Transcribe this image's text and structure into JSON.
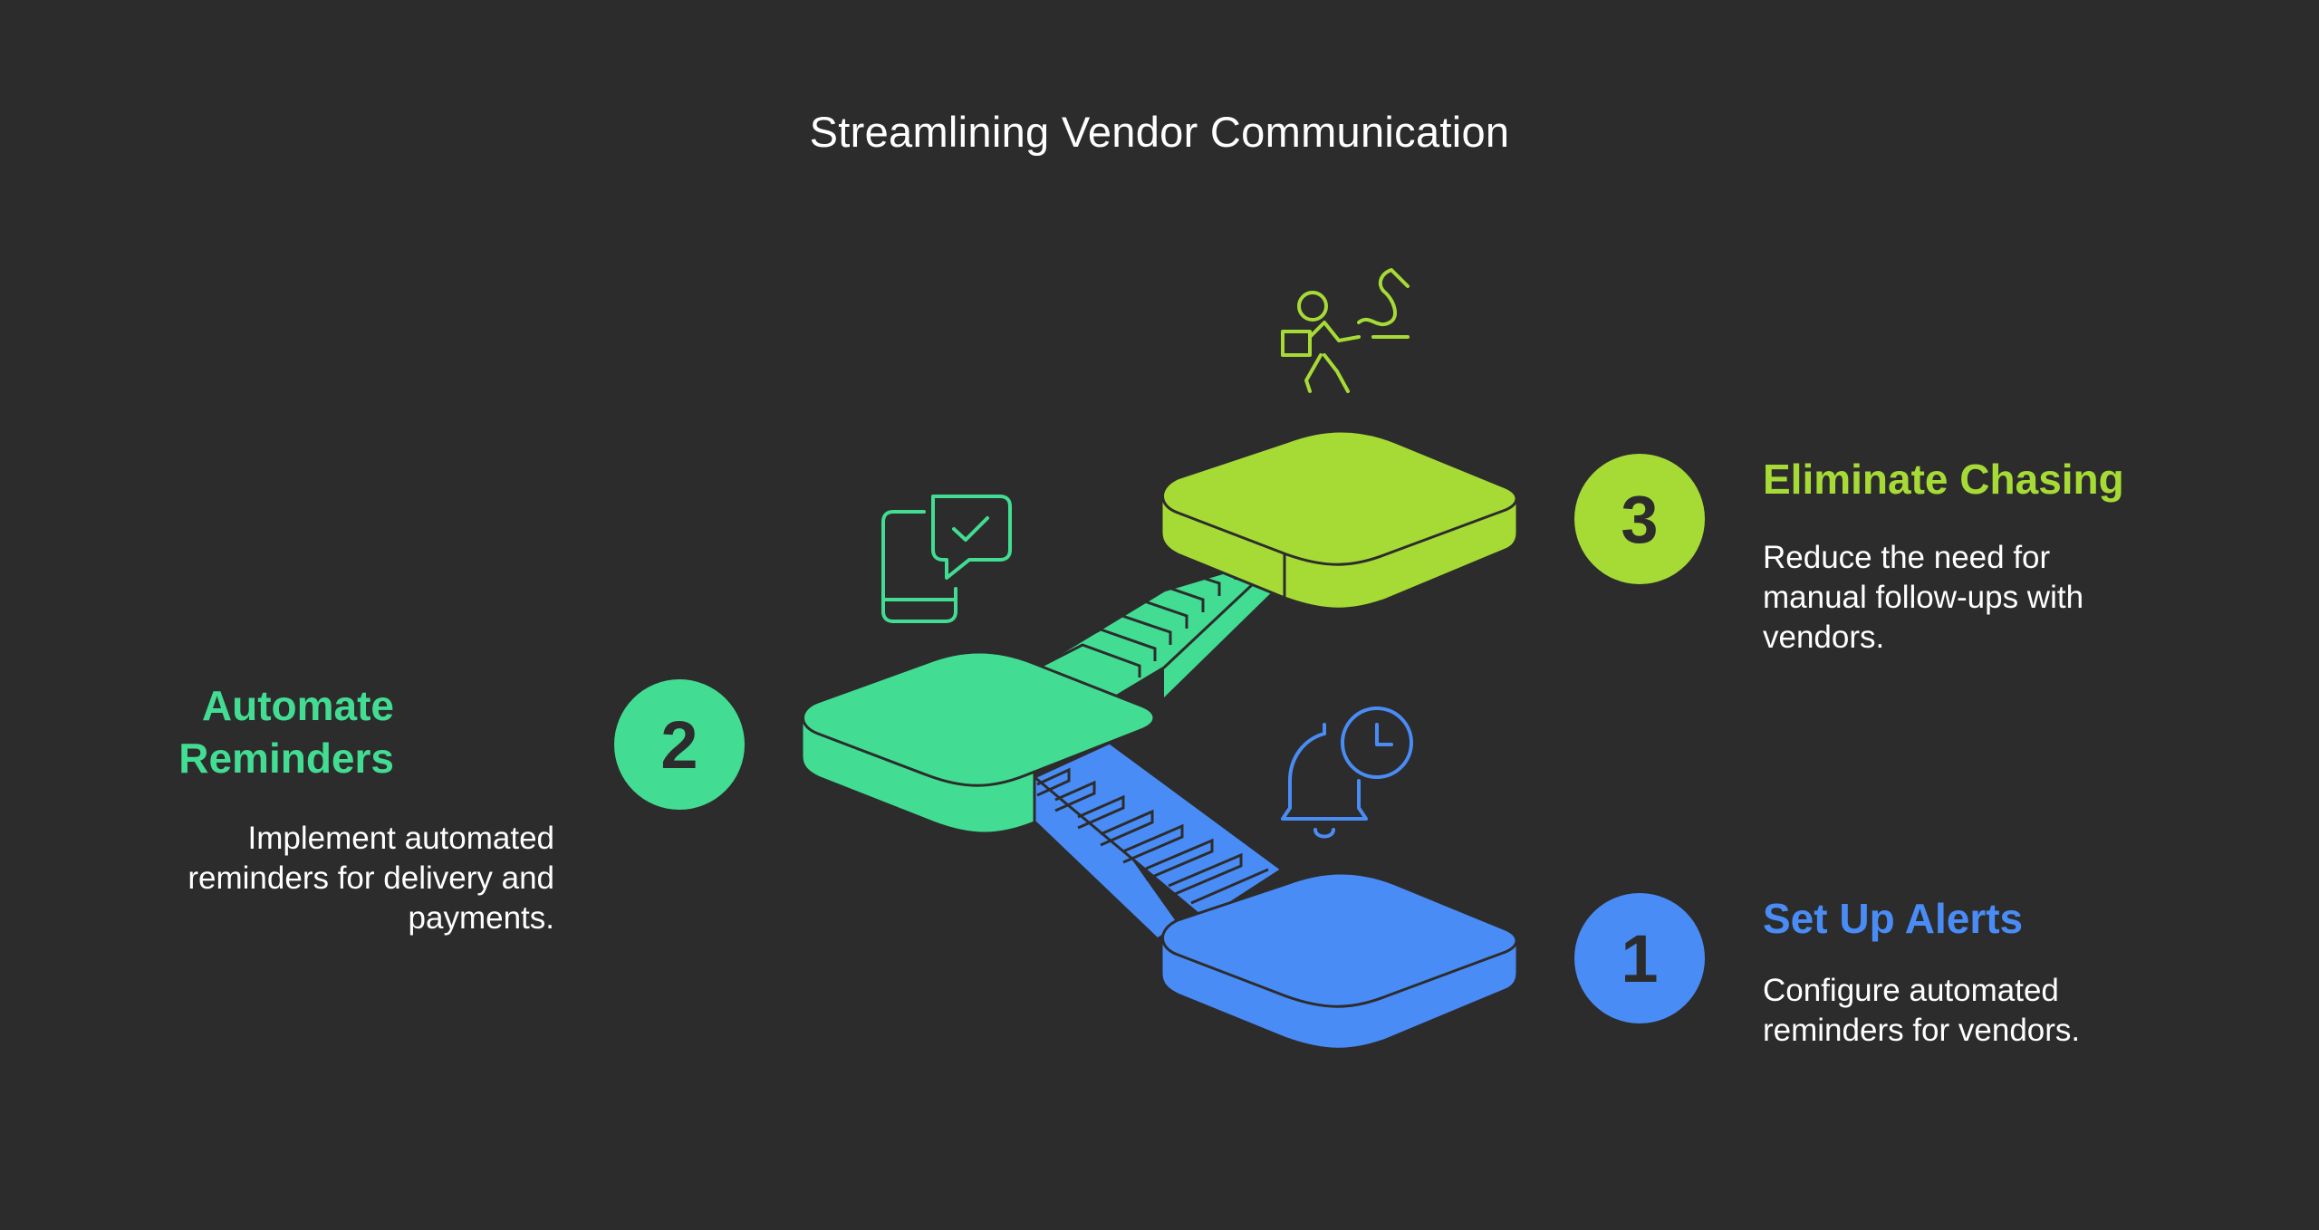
{
  "title": "Streamlining Vendor Communication",
  "colors": {
    "background": "#2c2c2c",
    "step1": "#4a8cf6",
    "step2": "#42dd93",
    "step3": "#a6db36",
    "outline": "#2c2c2c",
    "text": "#ffffff"
  },
  "steps": [
    {
      "number": "1",
      "heading": "Set Up Alerts",
      "description": "Configure automated reminders for vendors.",
      "icon": "alarm-bell-clock-icon"
    },
    {
      "number": "2",
      "heading": "Automate Reminders",
      "description": "Implement automated reminders for delivery and payments.",
      "icon": "phone-message-check-icon"
    },
    {
      "number": "3",
      "heading": "Eliminate Chasing",
      "description": "Reduce the need for manual follow-ups with vendors.",
      "icon": "running-courier-icon"
    }
  ]
}
